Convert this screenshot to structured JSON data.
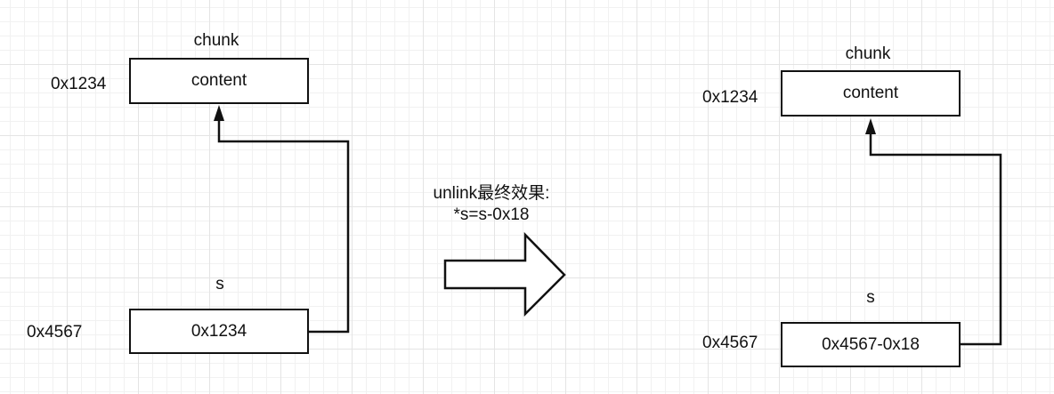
{
  "left": {
    "chunk_label": "chunk",
    "chunk_content": "content",
    "chunk_addr": "0x1234",
    "s_label": "s",
    "s_content": "0x1234",
    "s_addr": "0x4567"
  },
  "middle": {
    "caption_line1": "unlink最终效果:",
    "caption_line2": "*s=s-0x18"
  },
  "right": {
    "chunk_label": "chunk",
    "chunk_content": "content",
    "chunk_addr": "0x1234",
    "s_label": "s",
    "s_content": "0x4567-0x18",
    "s_addr": "0x4567"
  },
  "colors": {
    "stroke": "#111111",
    "grid": "#e4e4e4"
  }
}
